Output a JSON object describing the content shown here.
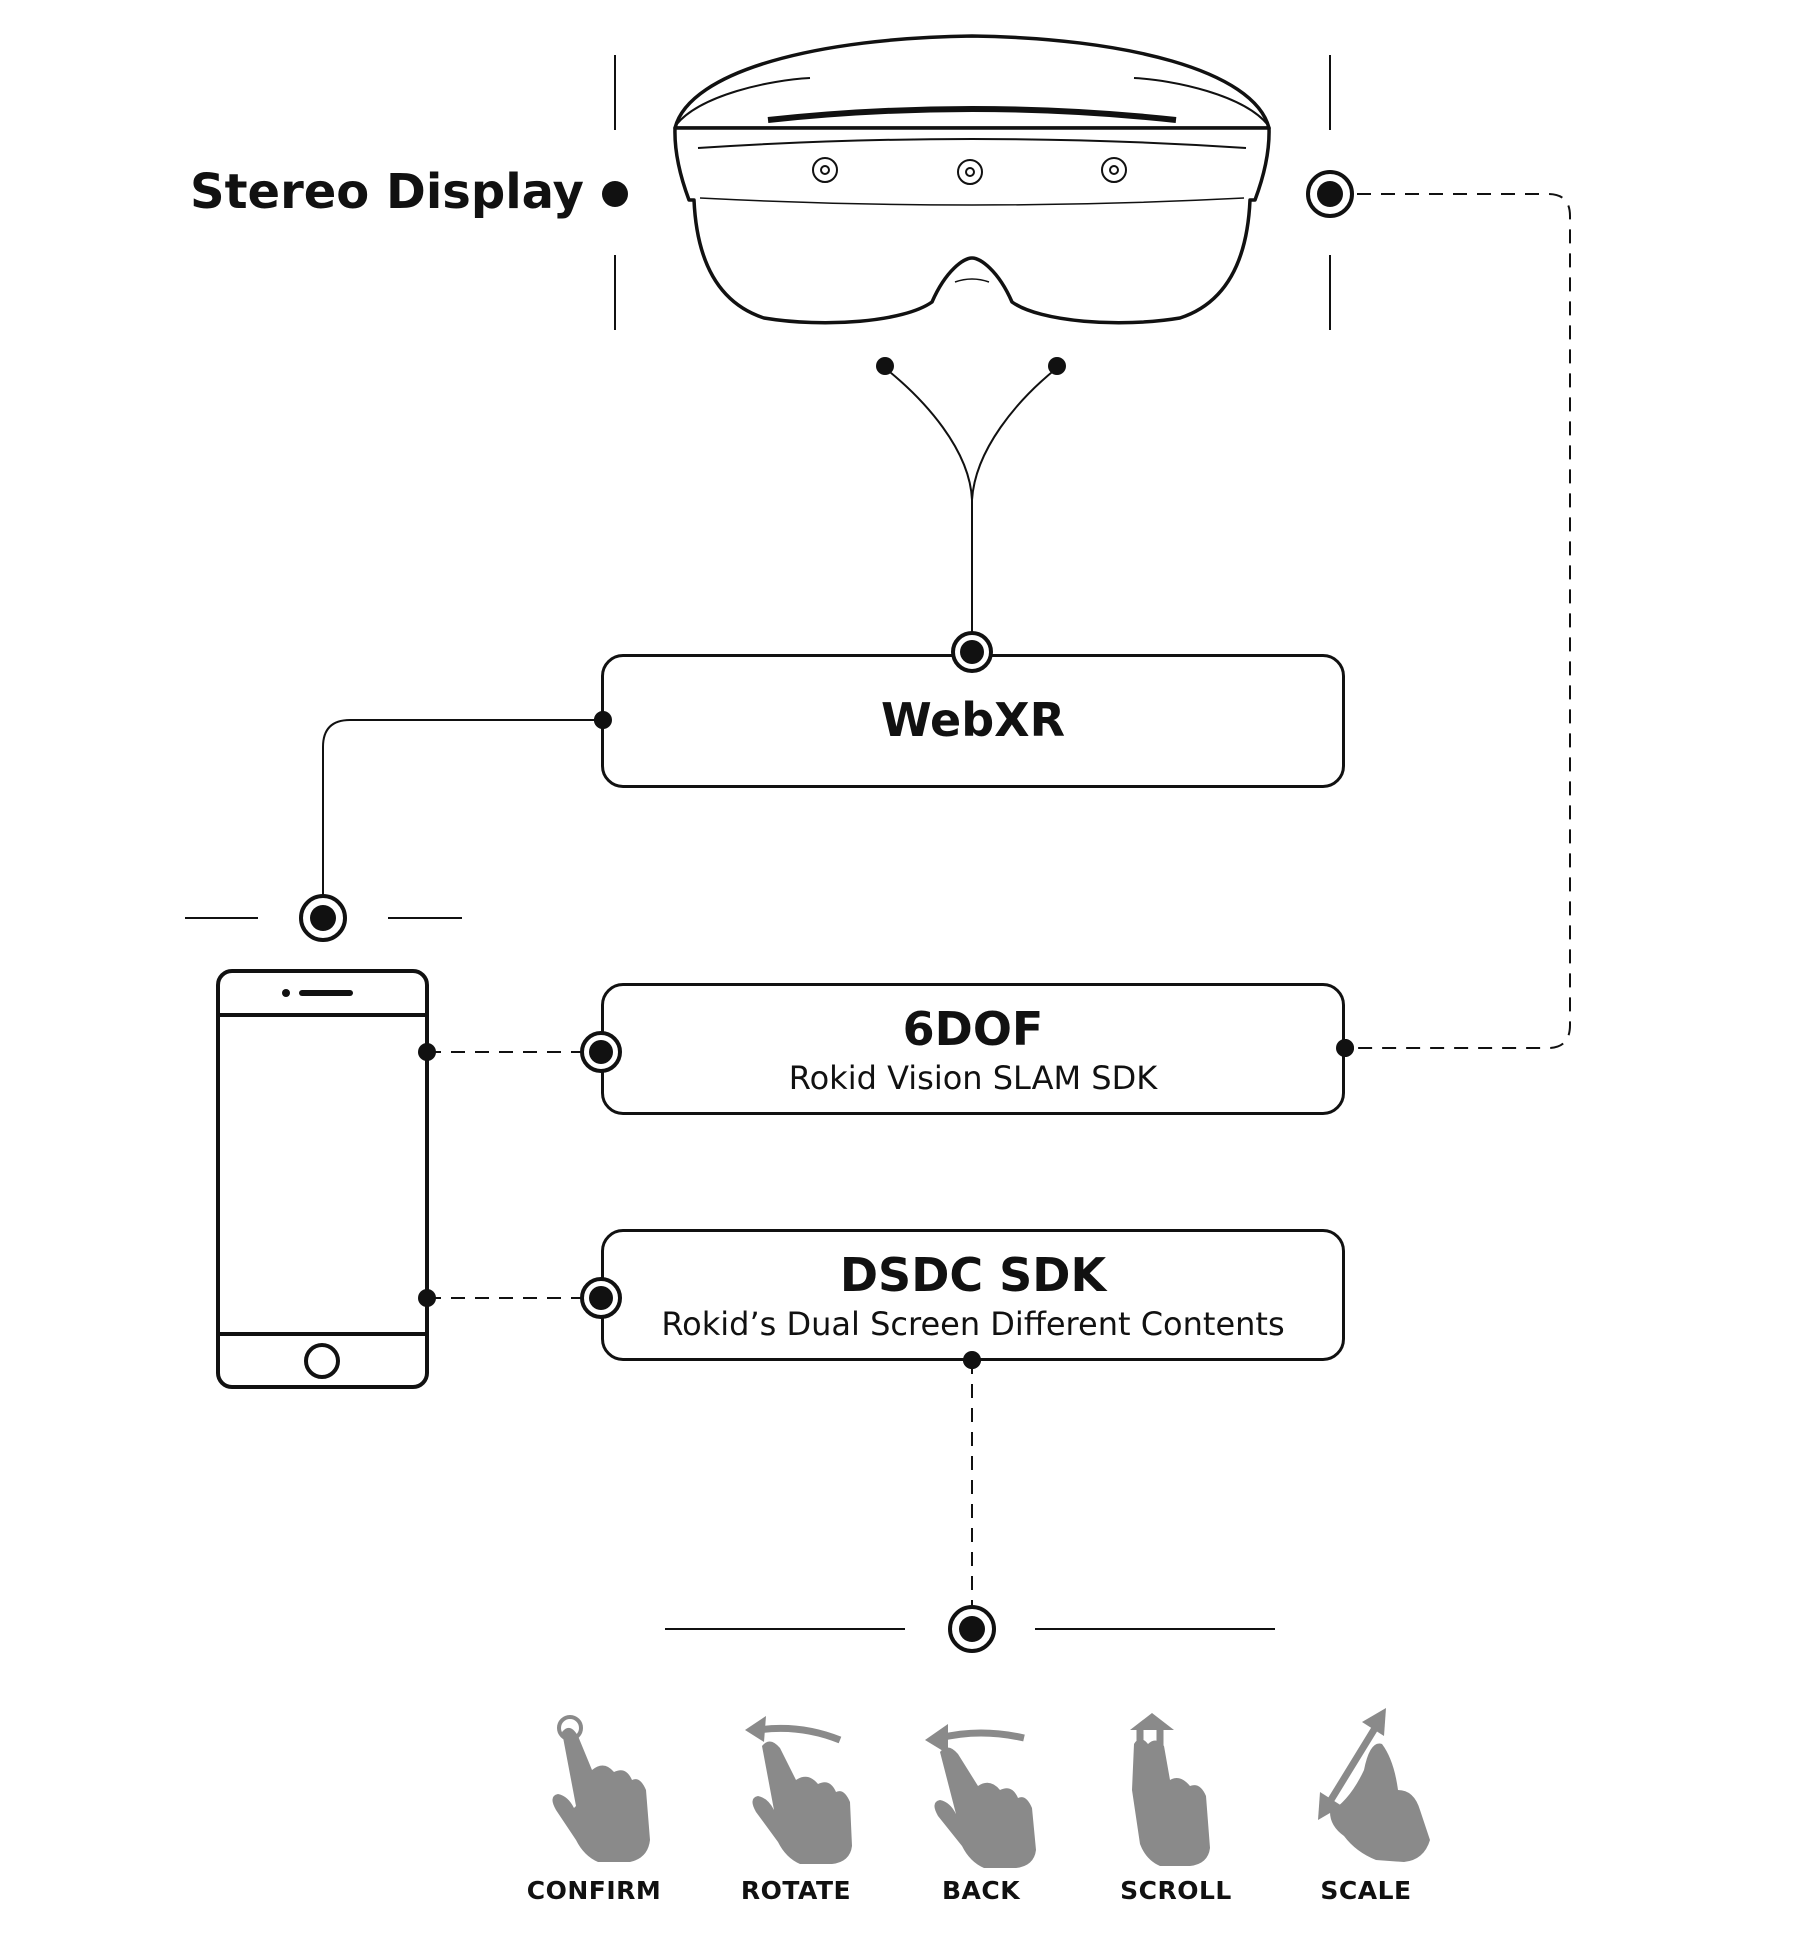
{
  "headset": {
    "label": "Stereo Display"
  },
  "webxr": {
    "title": "WebXR"
  },
  "sixdof": {
    "title": "6DOF",
    "subtitle": "Rokid Vision SLAM SDK"
  },
  "dsdc": {
    "title": "DSDC SDK",
    "subtitle": "Rokid’s Dual Screen Different Contents"
  },
  "gestures": [
    {
      "label": "CONFIRM",
      "icon": "tap-gesture-icon"
    },
    {
      "label": "ROTATE",
      "icon": "rotate-gesture-icon"
    },
    {
      "label": "BACK",
      "icon": "back-swipe-gesture-icon"
    },
    {
      "label": "SCROLL",
      "icon": "scroll-gesture-icon"
    },
    {
      "label": "SCALE",
      "icon": "scale-gesture-icon"
    }
  ],
  "colors": {
    "line": "#111111",
    "gesture": "#8a8a8a",
    "background": "#ffffff"
  }
}
